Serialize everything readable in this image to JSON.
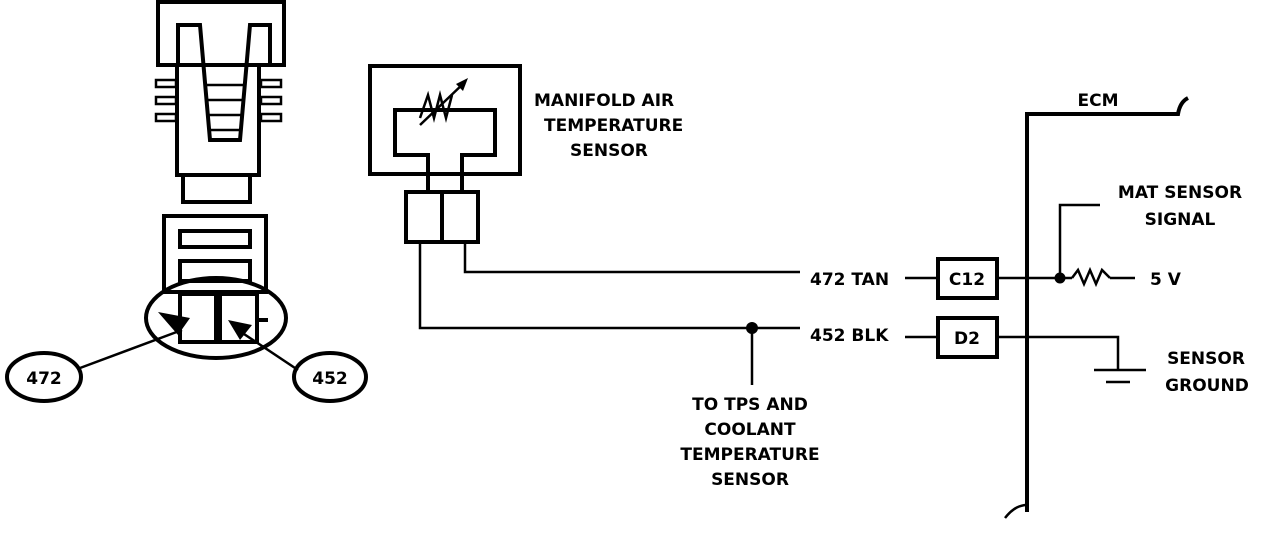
{
  "sensor": {
    "line1": "MANIFOLD AIR",
    "line2": "TEMPERATURE",
    "line3": "SENSOR"
  },
  "wires": [
    {
      "label": "472 TAN",
      "pin": "C12"
    },
    {
      "label": "452 BLK",
      "pin": "D2"
    }
  ],
  "connector_callouts": [
    "472",
    "452"
  ],
  "splice_note": [
    "TO TPS AND",
    "COOLANT",
    "TEMPERATURE",
    "SENSOR"
  ],
  "ecm": {
    "label": "ECM",
    "signal": [
      "MAT SENSOR",
      "SIGNAL"
    ],
    "reference": "5 V",
    "ground": [
      "SENSOR",
      "GROUND"
    ]
  }
}
